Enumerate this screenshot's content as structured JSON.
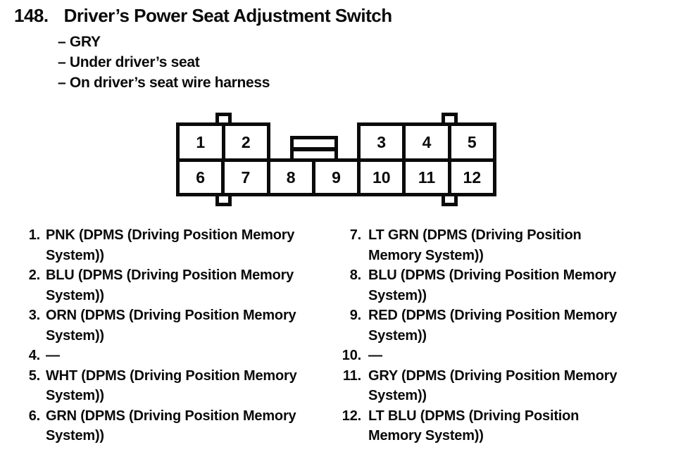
{
  "colors": {
    "ink": "#0a0a0a",
    "paper": "#ffffff"
  },
  "page": {
    "number": "148.",
    "title": "Driver’s Power Seat Adjustment Switch",
    "details": [
      "– GRY",
      "– Under driver’s seat",
      "– On driver’s seat wire harness"
    ]
  },
  "connector": {
    "top_left_cells": [
      "1",
      "2"
    ],
    "top_right_cells": [
      "3",
      "4",
      "5"
    ],
    "bottom_cells": [
      "6",
      "7",
      "8",
      "9",
      "10",
      "11",
      "12"
    ]
  },
  "pins": {
    "left": [
      {
        "num": "1.",
        "lines": [
          "PNK (DPMS (Driving Position Memory",
          "System))"
        ]
      },
      {
        "num": "2.",
        "lines": [
          "BLU (DPMS (Driving Position Memory",
          "System))"
        ]
      },
      {
        "num": "3.",
        "lines": [
          "ORN (DPMS (Driving Position Memory",
          "System))"
        ]
      },
      {
        "num": "4.",
        "lines": [
          "—"
        ]
      },
      {
        "num": "5.",
        "lines": [
          "WHT (DPMS (Driving Position Memory",
          "System))"
        ]
      },
      {
        "num": "6.",
        "lines": [
          "GRN (DPMS (Driving Position Memory",
          "System))"
        ]
      }
    ],
    "right": [
      {
        "num": "7.",
        "lines": [
          "LT GRN (DPMS (Driving Position",
          "Memory System))"
        ]
      },
      {
        "num": "8.",
        "lines": [
          "BLU (DPMS (Driving Position Memory",
          "System))"
        ]
      },
      {
        "num": "9.",
        "lines": [
          "RED (DPMS (Driving Position Memory",
          "System))"
        ]
      },
      {
        "num": "10.",
        "lines": [
          "—"
        ]
      },
      {
        "num": "11.",
        "lines": [
          "GRY (DPMS (Driving Position Memory",
          "System))"
        ]
      },
      {
        "num": "12.",
        "lines": [
          "LT BLU (DPMS (Driving Position",
          "Memory System))"
        ]
      }
    ]
  }
}
